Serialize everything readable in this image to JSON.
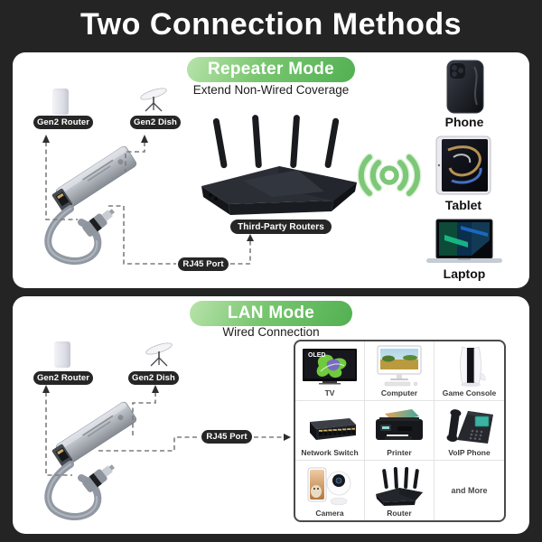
{
  "title": "Two Connection Methods",
  "colors": {
    "background": "#242424",
    "panel": "#ffffff",
    "accent_green_light": "#b8e3ab",
    "accent_green": "#52b052",
    "pill_dark": "#262626",
    "wifi_green": "#7cc878",
    "dashed_line": "#7d7d7d"
  },
  "repeater": {
    "mode_label": "Repeater Mode",
    "subtitle": "Extend Non-Wired Coverage",
    "router_label": "Gen2 Router",
    "dish_label": "Gen2 Dish",
    "third_party_label": "Third-Party Routers",
    "rj45_label": "RJ45 Port",
    "devices": [
      {
        "label": "Phone"
      },
      {
        "label": "Tablet"
      },
      {
        "label": "Laptop"
      }
    ]
  },
  "lan": {
    "mode_label": "LAN Mode",
    "subtitle": "Wired Connection",
    "router_label": "Gen2 Router",
    "dish_label": "Gen2 Dish",
    "rj45_label": "RJ45 Port",
    "tv_badge": "OLED",
    "devices": [
      {
        "label": "TV"
      },
      {
        "label": "Computer"
      },
      {
        "label": "Game Console"
      },
      {
        "label": "Network Switch"
      },
      {
        "label": "Printer"
      },
      {
        "label": "VoIP Phone"
      },
      {
        "label": "Camera"
      },
      {
        "label": "Router"
      },
      {
        "label": "and More"
      }
    ]
  }
}
